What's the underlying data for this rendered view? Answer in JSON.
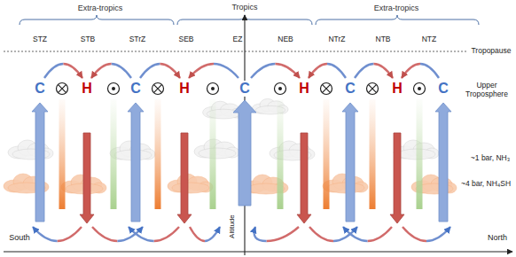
{
  "diagram": {
    "labels": [
      "Extra-tropics",
      "Tropics",
      "Extra-tropics",
      "STZ",
      "STB",
      "STrZ",
      "SEB",
      "EZ",
      "NEB",
      "NTrZ",
      "NTB",
      "NTZ",
      "Tropopause",
      "C",
      "H",
      "C",
      "H",
      "C",
      "H",
      "C",
      "H",
      "C",
      "Upper Troposphere",
      "~1 bar, NH₃",
      "~4 bar, NH₄SH",
      "South",
      "Altitude",
      "North"
    ]
  }
}
